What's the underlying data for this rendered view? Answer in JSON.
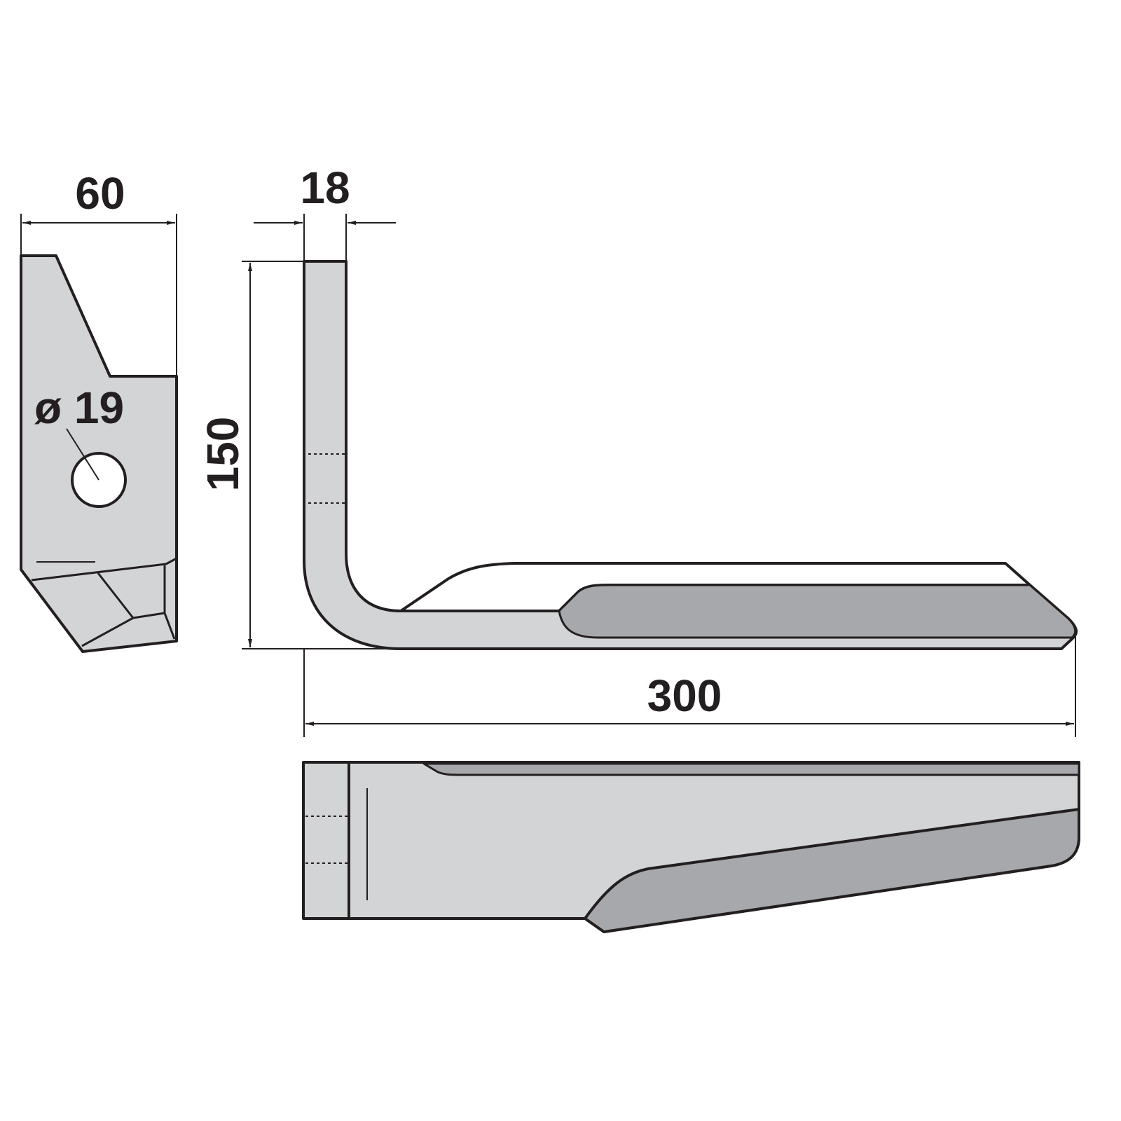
{
  "title": "Rotary tiller blade technical drawing",
  "colors": {
    "stroke": "#231f20",
    "light": "#d3d4d6",
    "dark": "#a7a8ab"
  },
  "dimensions": {
    "width": "60",
    "hole": "ø 19",
    "thickness": "18",
    "height": "150",
    "length": "300"
  }
}
